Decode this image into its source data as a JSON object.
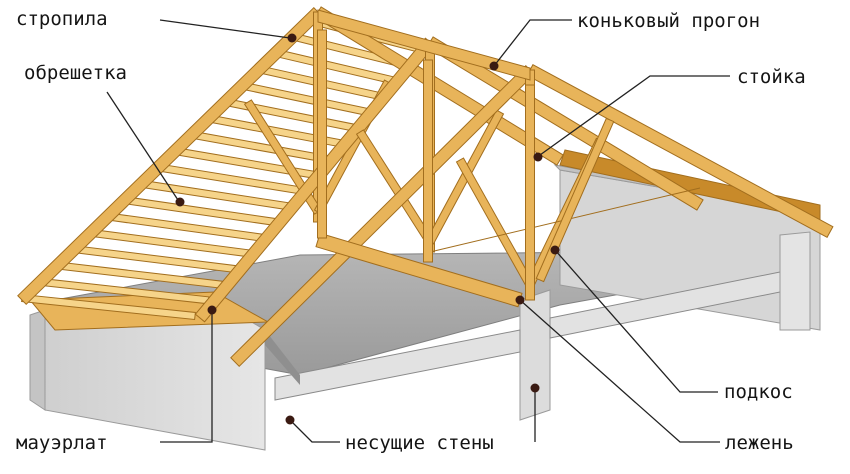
{
  "labels": {
    "rafters": "стропила",
    "lathing": "обрешетка",
    "ridge_purlin": "коньковый прогон",
    "post": "стойка",
    "strut": "подкос",
    "wall_plate": "мауэрлат",
    "bearing_walls": "несущие стены",
    "sill_beam": "лежень"
  },
  "colors": {
    "timber": "#e8b45a",
    "timber_dark": "#c88a2a",
    "timber_light": "#f6d48a",
    "wall_face": "#d9d9d9",
    "wall_top": "#b9b9b9",
    "wall_shadow": "#8e8e8e",
    "slab": "#a9a9a9",
    "leader": "#222222"
  }
}
